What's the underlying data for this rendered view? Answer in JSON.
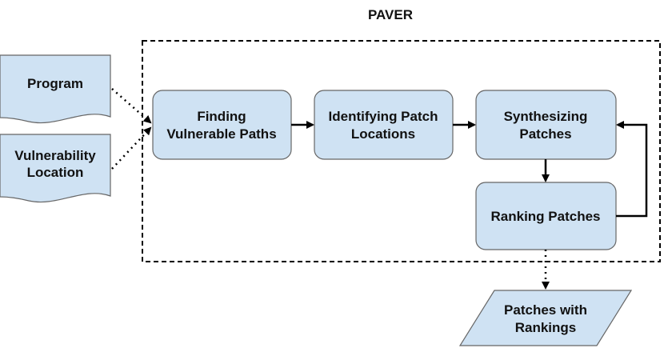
{
  "diagram": {
    "title": "PAVER",
    "inputs": [
      {
        "lines": [
          "Program"
        ]
      },
      {
        "lines": [
          "Vulnerability",
          "Location"
        ]
      }
    ],
    "steps": [
      {
        "lines": [
          "Finding",
          "Vulnerable Paths"
        ]
      },
      {
        "lines": [
          "Identifying Patch",
          "Locations"
        ]
      },
      {
        "lines": [
          "Synthesizing",
          "Patches"
        ]
      },
      {
        "lines": [
          "Ranking Patches"
        ]
      }
    ],
    "output": {
      "lines": [
        "Patches with",
        "Rankings"
      ]
    },
    "colors": {
      "node_fill": "#cfe2f3",
      "node_stroke": "#666666",
      "arrow": "#000000",
      "boundary": "#000000"
    }
  }
}
